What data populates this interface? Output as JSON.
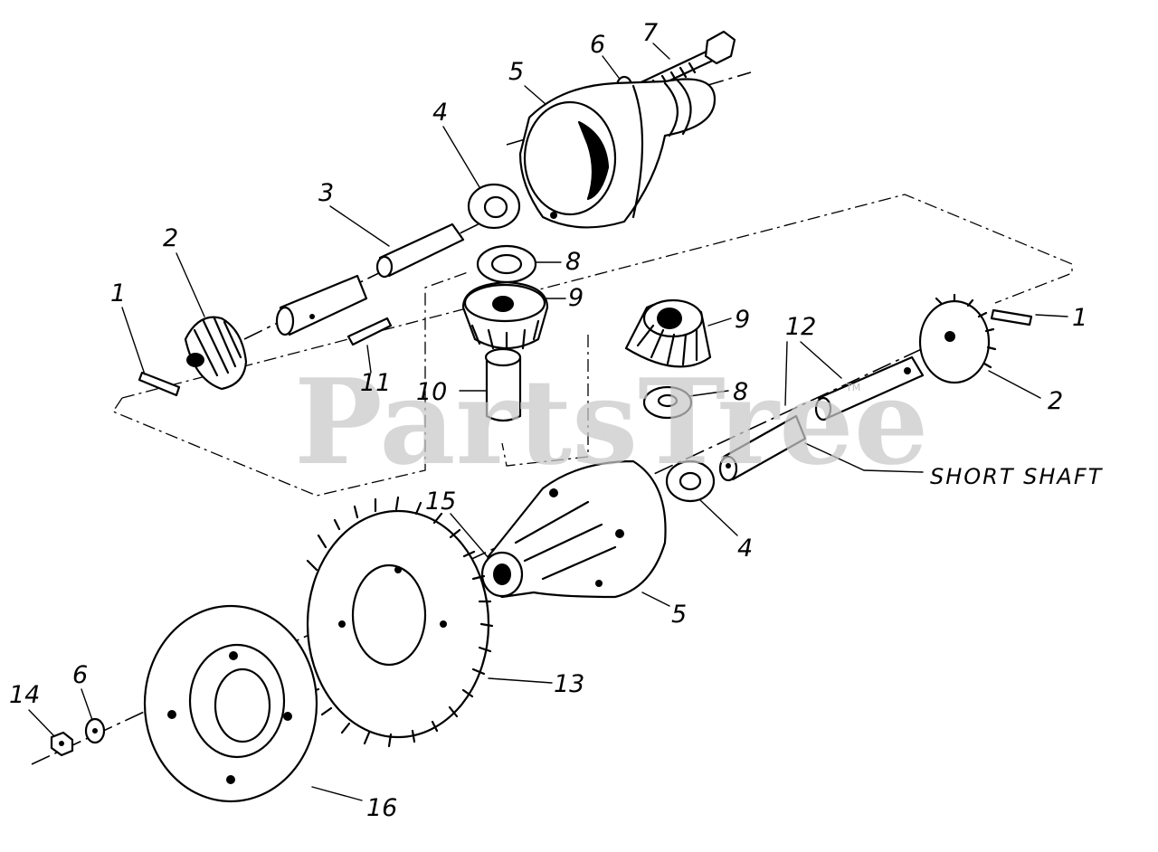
{
  "watermark": {
    "text": "PartsTree",
    "tm": "TM"
  },
  "callouts": {
    "c1_left": "1",
    "c2_left": "2",
    "c3": "3",
    "c4_top": "4",
    "c5_top": "5",
    "c6_top": "6",
    "c7": "7",
    "c8_top": "8",
    "c9_top": "9",
    "c9_right": "9",
    "c8_right": "8",
    "c10": "10",
    "c11": "11",
    "c12": "12",
    "c1_right": "1",
    "c2_right": "2",
    "short_shaft": "SHORT SHAFT",
    "c15": "15",
    "c4_bottom": "4",
    "c5_bottom": "5",
    "c13": "13",
    "c14": "14",
    "c6_bottom": "6",
    "c16": "16"
  }
}
